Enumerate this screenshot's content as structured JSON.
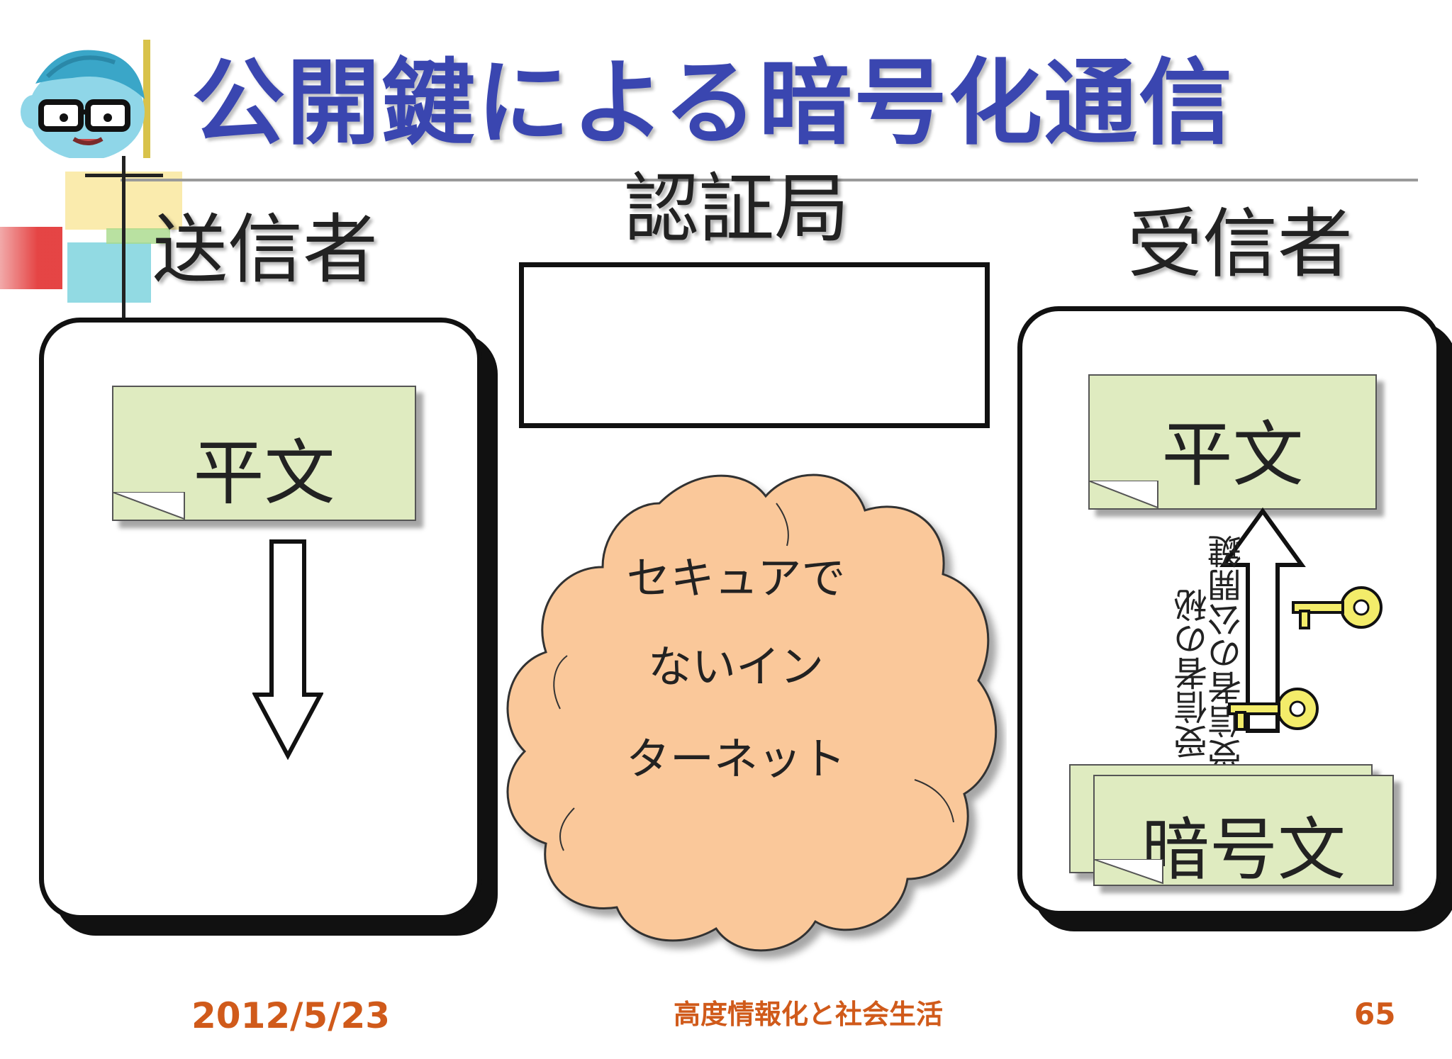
{
  "slide": {
    "title": "公開鍵による暗号化通信",
    "certification_authority": "認証局",
    "sender": "送信者",
    "receiver": "受信者",
    "sender_doc": "平文",
    "receiver_plain_doc": "平文",
    "receiver_cipher_doc": "暗号文",
    "cloud_lines": [
      "セキュアで",
      "ないイン",
      "ターネット"
    ],
    "key_label_public": "受信者の公開鍵",
    "key_label_private": "受信者の秘",
    "footer_date": "2012/5/23",
    "footer_course": "高度情報化と社会生活",
    "page_number": "65"
  },
  "colors": {
    "title": "#3a46b0",
    "document_fill": "#dfebc0",
    "cloud_fill": "#fac89a",
    "footer": "#d05a1a",
    "key": "#f3ec6a"
  },
  "icons": [
    "teacher-mascot-icon",
    "key-icon",
    "down-arrow-icon",
    "up-arrow-icon"
  ]
}
